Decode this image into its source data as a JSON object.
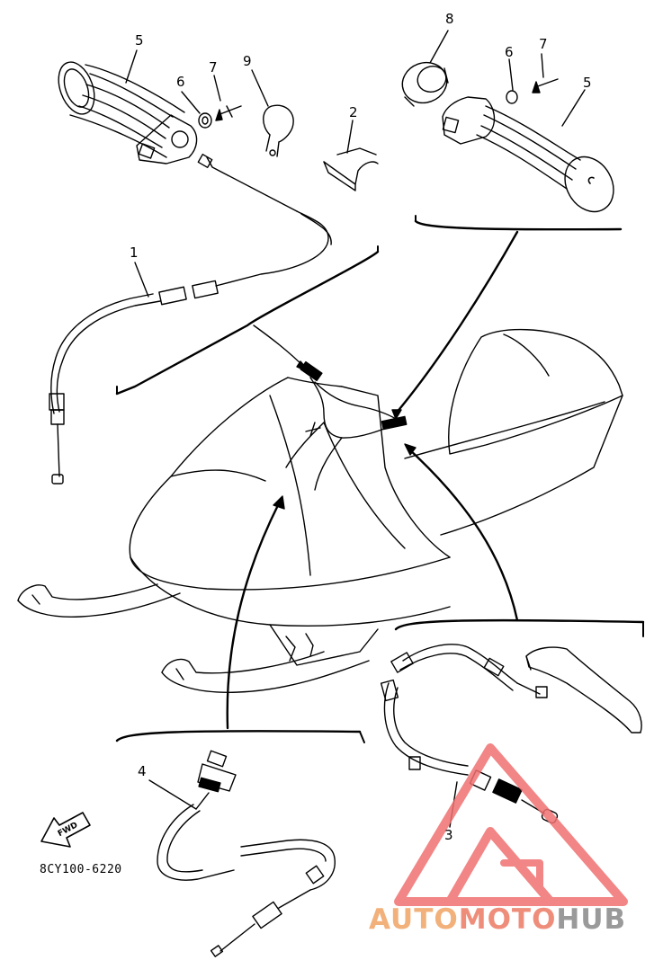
{
  "callouts": [
    {
      "id": "c5a",
      "text": "5"
    },
    {
      "id": "c6a",
      "text": "6"
    },
    {
      "id": "c7a",
      "text": "7"
    },
    {
      "id": "c9",
      "text": "9"
    },
    {
      "id": "c2",
      "text": "2"
    },
    {
      "id": "c8",
      "text": "8"
    },
    {
      "id": "c6b",
      "text": "6"
    },
    {
      "id": "c7b",
      "text": "7"
    },
    {
      "id": "c5b",
      "text": "5"
    },
    {
      "id": "c1",
      "text": "1"
    },
    {
      "id": "c4",
      "text": "4"
    },
    {
      "id": "c3",
      "text": "3"
    }
  ],
  "diagram_code": "8CY100-6220",
  "fwd_label": "FWD",
  "watermark": {
    "part1": "AUTO",
    "part2": "MOTO",
    "part3": "HUB",
    "colors": {
      "part1": "#f2b07a",
      "part2": "#ef8d7b",
      "part3": "#9a9a9a",
      "logo": "#f07070"
    }
  },
  "colors": {
    "line": "#000000",
    "background": "#ffffff"
  }
}
